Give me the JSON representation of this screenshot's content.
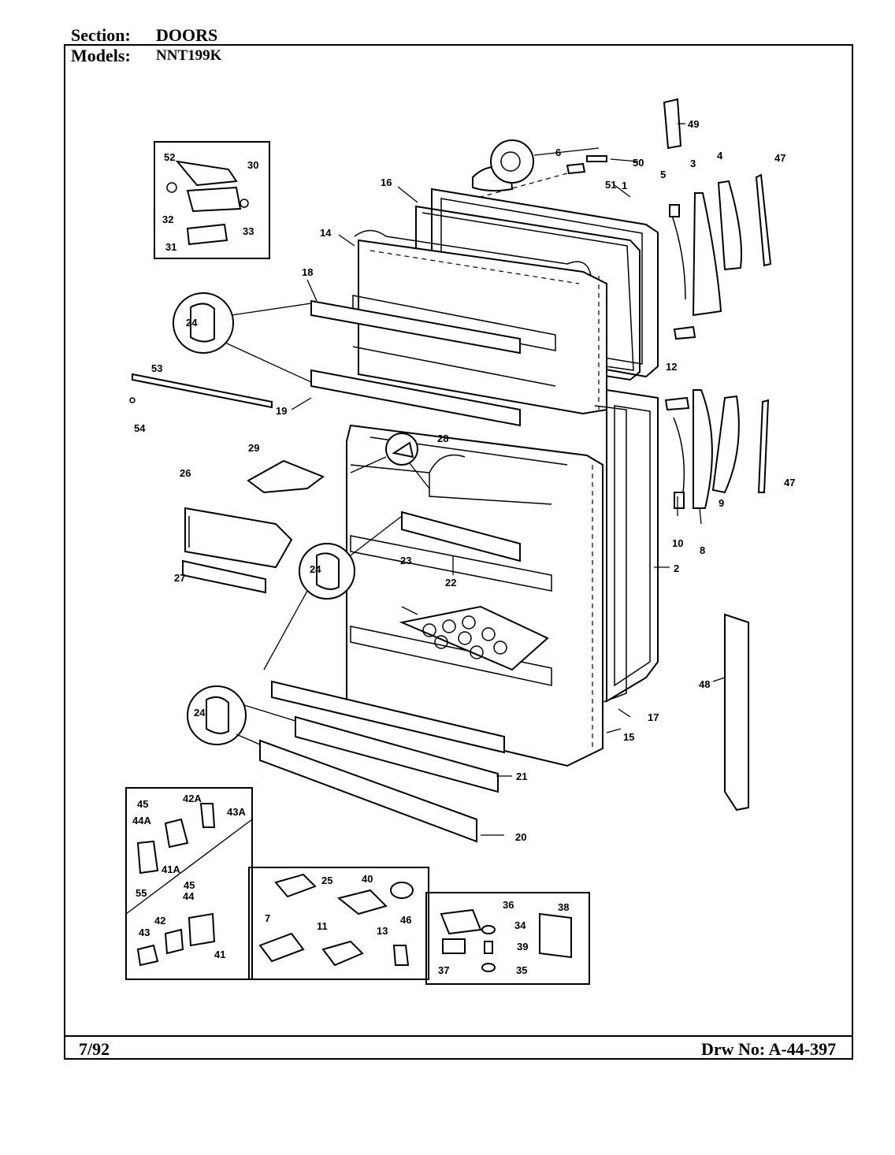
{
  "header": {
    "section_label": "Section:",
    "section_value": "DOORS",
    "models_label": "Models:",
    "models_value": "NNT199K"
  },
  "footer": {
    "date": "7/92",
    "drawing_number": "Drw No: A-44-397"
  },
  "callouts": {
    "c1": "1",
    "c2": "2",
    "c3": "3",
    "c4": "4",
    "c5": "5",
    "c6": "6",
    "c7": "7",
    "c8": "8",
    "c9": "9",
    "c10": "10",
    "c11": "11",
    "c12": "12",
    "c13": "13",
    "c14": "14",
    "c15": "15",
    "c16": "16",
    "c17": "17",
    "c18": "18",
    "c19": "19",
    "c20": "20",
    "c21": "21",
    "c22": "22",
    "c23": "23",
    "c24": "24",
    "c25": "25",
    "c26": "26",
    "c27": "27",
    "c28": "28",
    "c29": "29",
    "c30": "30",
    "c31": "31",
    "c32": "32",
    "c33": "33",
    "c34": "34",
    "c35": "35",
    "c36": "36",
    "c37": "37",
    "c38": "38",
    "c39": "39",
    "c40": "40",
    "c41": "41",
    "c41a": "41A",
    "c42": "42",
    "c42a": "42A",
    "c43": "43",
    "c43a": "43A",
    "c44": "44",
    "c44a": "44A",
    "c45": "45",
    "c46": "46",
    "c47": "47",
    "c48": "48",
    "c49": "49",
    "c50": "50",
    "c51": "51",
    "c52": "52",
    "c53": "53",
    "c54": "54",
    "c55": "55"
  }
}
